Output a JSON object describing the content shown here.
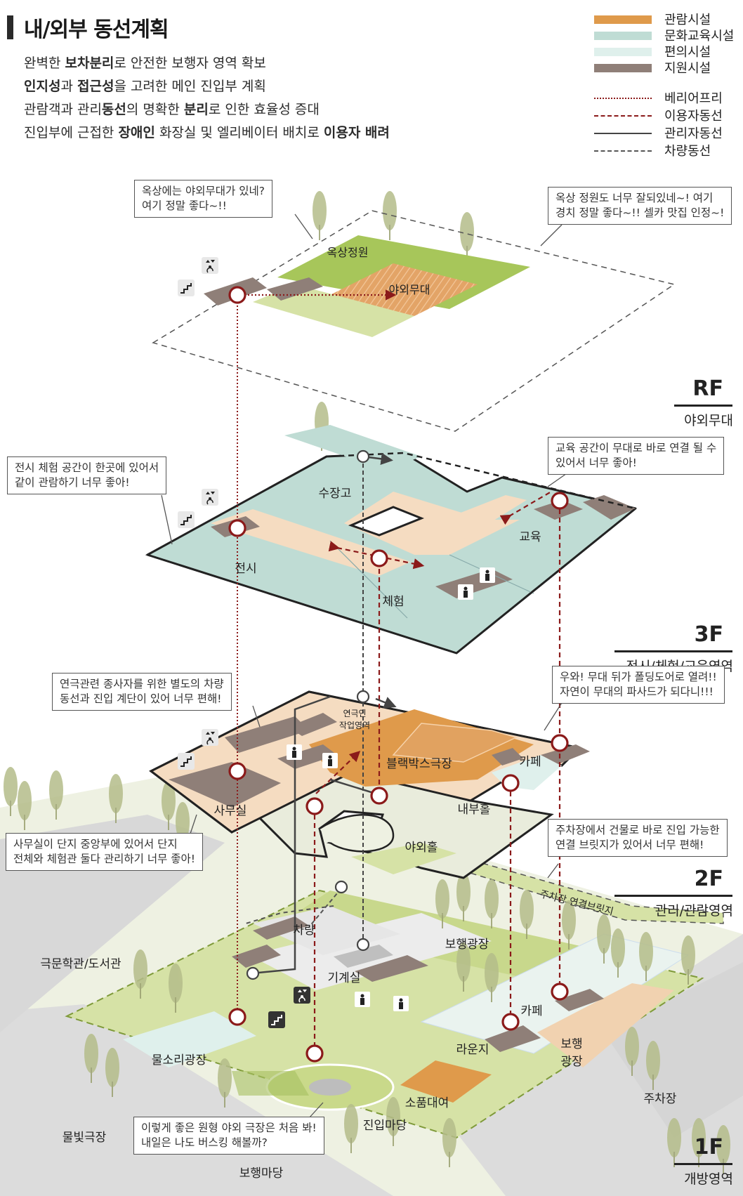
{
  "header": {
    "title": "내/외부 동선계획",
    "lines": [
      [
        {
          "t": "완벽한 ",
          "b": false
        },
        {
          "t": "보차분리",
          "b": true
        },
        {
          "t": "로 안전한 보행자 영역 확보",
          "b": false
        }
      ],
      [
        {
          "t": "인지성",
          "b": true
        },
        {
          "t": "과 ",
          "b": false
        },
        {
          "t": "접근성",
          "b": true
        },
        {
          "t": "을 고려한 메인 진입부 계획",
          "b": false
        }
      ],
      [
        {
          "t": "관람객과 관리",
          "b": false
        },
        {
          "t": "동선",
          "b": true
        },
        {
          "t": "의 명확한 ",
          "b": false
        },
        {
          "t": "분리",
          "b": true
        },
        {
          "t": "로 인한 효율성 증대",
          "b": false
        }
      ],
      [
        {
          "t": "진입부에 근접한 ",
          "b": false
        },
        {
          "t": "장애인",
          "b": true
        },
        {
          "t": " 화장실 및 엘리베이터 배치로 ",
          "b": false
        },
        {
          "t": "이용자 배려",
          "b": true
        }
      ]
    ]
  },
  "legend": {
    "areas": [
      {
        "label": "관람시설",
        "color": "#df9a4b"
      },
      {
        "label": "문화교육시설",
        "color": "#bfdcd4"
      },
      {
        "label": "편의시설",
        "color": "#dff0ec"
      },
      {
        "label": "지원시설",
        "color": "#8f7f78"
      }
    ],
    "lines": [
      {
        "label": "베리어프리",
        "color": "#8b1a1a",
        "style": "dotted"
      },
      {
        "label": "이용자동선",
        "color": "#8b1a1a",
        "style": "dashed"
      },
      {
        "label": "관리자동선",
        "color": "#444444",
        "style": "solid"
      },
      {
        "label": "차량동선",
        "color": "#555555",
        "style": "dash-fine"
      }
    ]
  },
  "floors": [
    {
      "id": "RF",
      "sub": "야외무대"
    },
    {
      "id": "3F",
      "sub": "전시/체험/교육영역"
    },
    {
      "id": "2F",
      "sub": "관리/관람영역"
    },
    {
      "id": "1F",
      "sub": "개방영역"
    }
  ],
  "bubbles": [
    {
      "id": "rf-left",
      "lines": [
        "옥상에는 야외무대가 있네?",
        "여기 정말 좋다~!!"
      ]
    },
    {
      "id": "rf-right",
      "lines": [
        "옥상 정원도 너무 잘되있네~! 여기",
        "경치 정말 좋다~!! 셀카 맛집 인정~!"
      ]
    },
    {
      "id": "3f-left",
      "lines": [
        "전시 체험 공간이 한곳에 있어서",
        "같이 관람하기 너무 좋아!"
      ]
    },
    {
      "id": "3f-right",
      "lines": [
        "교육 공간이 무대로 바로 연결 될 수",
        "있어서 너무 좋아!"
      ]
    },
    {
      "id": "2f-left",
      "lines": [
        "연극관련 종사자를 위한 별도의 차량",
        "동선과 진입 계단이 있어 너무 편해!"
      ]
    },
    {
      "id": "2f-right",
      "lines": [
        "우와! 무대 뒤가 폴딩도어로 열려!!",
        "자연이 무대의 파사드가 되다니!!!"
      ]
    },
    {
      "id": "office",
      "lines": [
        "사무실이 단지 중앙부에 있어서 단지",
        "전체와 체험관 둘다 관리하기 너무 좋아!"
      ]
    },
    {
      "id": "parking",
      "lines": [
        "주차장에서 건물로 바로 진입 가능한",
        "연결 브릿지가 있어서 너무 편해!"
      ]
    },
    {
      "id": "theater",
      "lines": [
        "이렇게 좋은 원형 야외 극장은 처음 봐!",
        "내일은 나도 버스킹 해볼까?"
      ]
    }
  ],
  "labels": {
    "rf_garden": "옥상정원",
    "rf_stage": "야외무대",
    "f3_storage": "수장고",
    "f3_edu": "교육",
    "f3_exhibit": "전시",
    "f3_exp": "체험",
    "f2_work": "연극인",
    "f2_work2": "작업영역",
    "f2_blackbox": "블랙박스극장",
    "f2_cafe": "카페",
    "f2_office": "사무실",
    "f2_hall": "내부홀",
    "f2_outhall": "야외홀",
    "f2_bridge": "주차장 연결브릿지",
    "f1_car": "차량",
    "f1_mech": "기계실",
    "f1_plaza": "보행광장",
    "f1_cafe": "카페",
    "f1_lounge": "라운지",
    "f1_wplaza1": "보행",
    "f1_wplaza2": "광장",
    "f1_water": "물소리광장",
    "f1_rental": "소품대여",
    "f1_entry": "진입마당",
    "ctx_library": "극문학관/도서관",
    "ctx_parking": "주차장",
    "ctx_lightstage": "물빛극장",
    "ctx_walk": "보행마당"
  }
}
